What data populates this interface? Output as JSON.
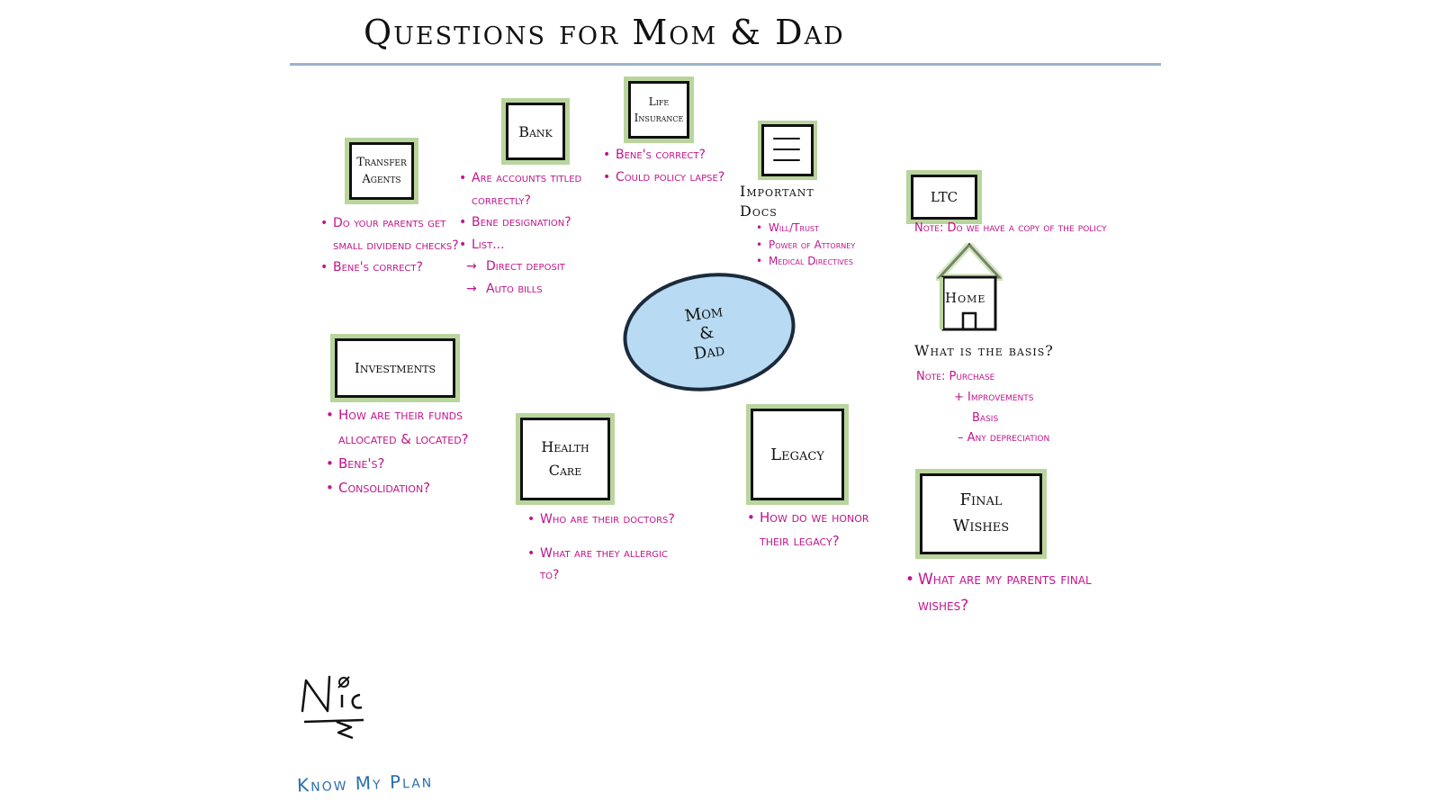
{
  "title": "Questions for Mom & Dad",
  "center": {
    "line1": "Mom",
    "line2": "&",
    "line3": "Dad"
  },
  "nodes": {
    "transfer_agents": {
      "label_line1": "Transfer",
      "label_line2": "Agents",
      "notes": [
        "Do your parents get small dividend checks?",
        "Bene's correct?"
      ]
    },
    "bank": {
      "label": "Bank",
      "notes": [
        "Are accounts titled correctly?",
        "Bene designation?",
        "List..."
      ],
      "sub_notes": [
        "Direct deposit",
        "Auto bills"
      ]
    },
    "life_insurance": {
      "label_line1": "Life",
      "label_line2": "Insurance",
      "notes": [
        "Bene's correct?",
        "Could policy lapse?"
      ]
    },
    "important_docs": {
      "label_line1": "Important",
      "label_line2": "Docs",
      "notes": [
        "Will/Trust",
        "Power of Attorney",
        "Medical Directives"
      ]
    },
    "ltc": {
      "label": "LTC",
      "note": "Note: Do we have a copy of the policy"
    },
    "home": {
      "label": "Home",
      "caption": "What is the basis?",
      "note_lines": [
        "Note: Purchase",
        "+ Improvements",
        "Basis",
        "– Any depreciation"
      ]
    },
    "investments": {
      "label": "Investments",
      "notes": [
        "How are their funds allocated & located?",
        "Bene's?",
        "Consolidation?"
      ]
    },
    "health_care": {
      "label_line1": "Health",
      "label_line2": "Care",
      "notes": [
        "Who are their doctors?",
        "What are they allergic to?"
      ]
    },
    "legacy": {
      "label": "Legacy",
      "notes": [
        "How do we honor their legacy?"
      ]
    },
    "final_wishes": {
      "label_line1": "Final",
      "label_line2": "Wishes",
      "notes": [
        "What are my parents final wishes?"
      ]
    }
  },
  "brand": {
    "text": "Know My Plan"
  },
  "colors": {
    "ink": "#111111",
    "note": "#c0168c",
    "highlight": "#b9d59d",
    "oval_fill": "#b8daf2",
    "rule": "#9bb4cf",
    "brand": "#2b6fb0"
  },
  "icons": [
    "document-icon",
    "house-icon",
    "logo-icon"
  ]
}
